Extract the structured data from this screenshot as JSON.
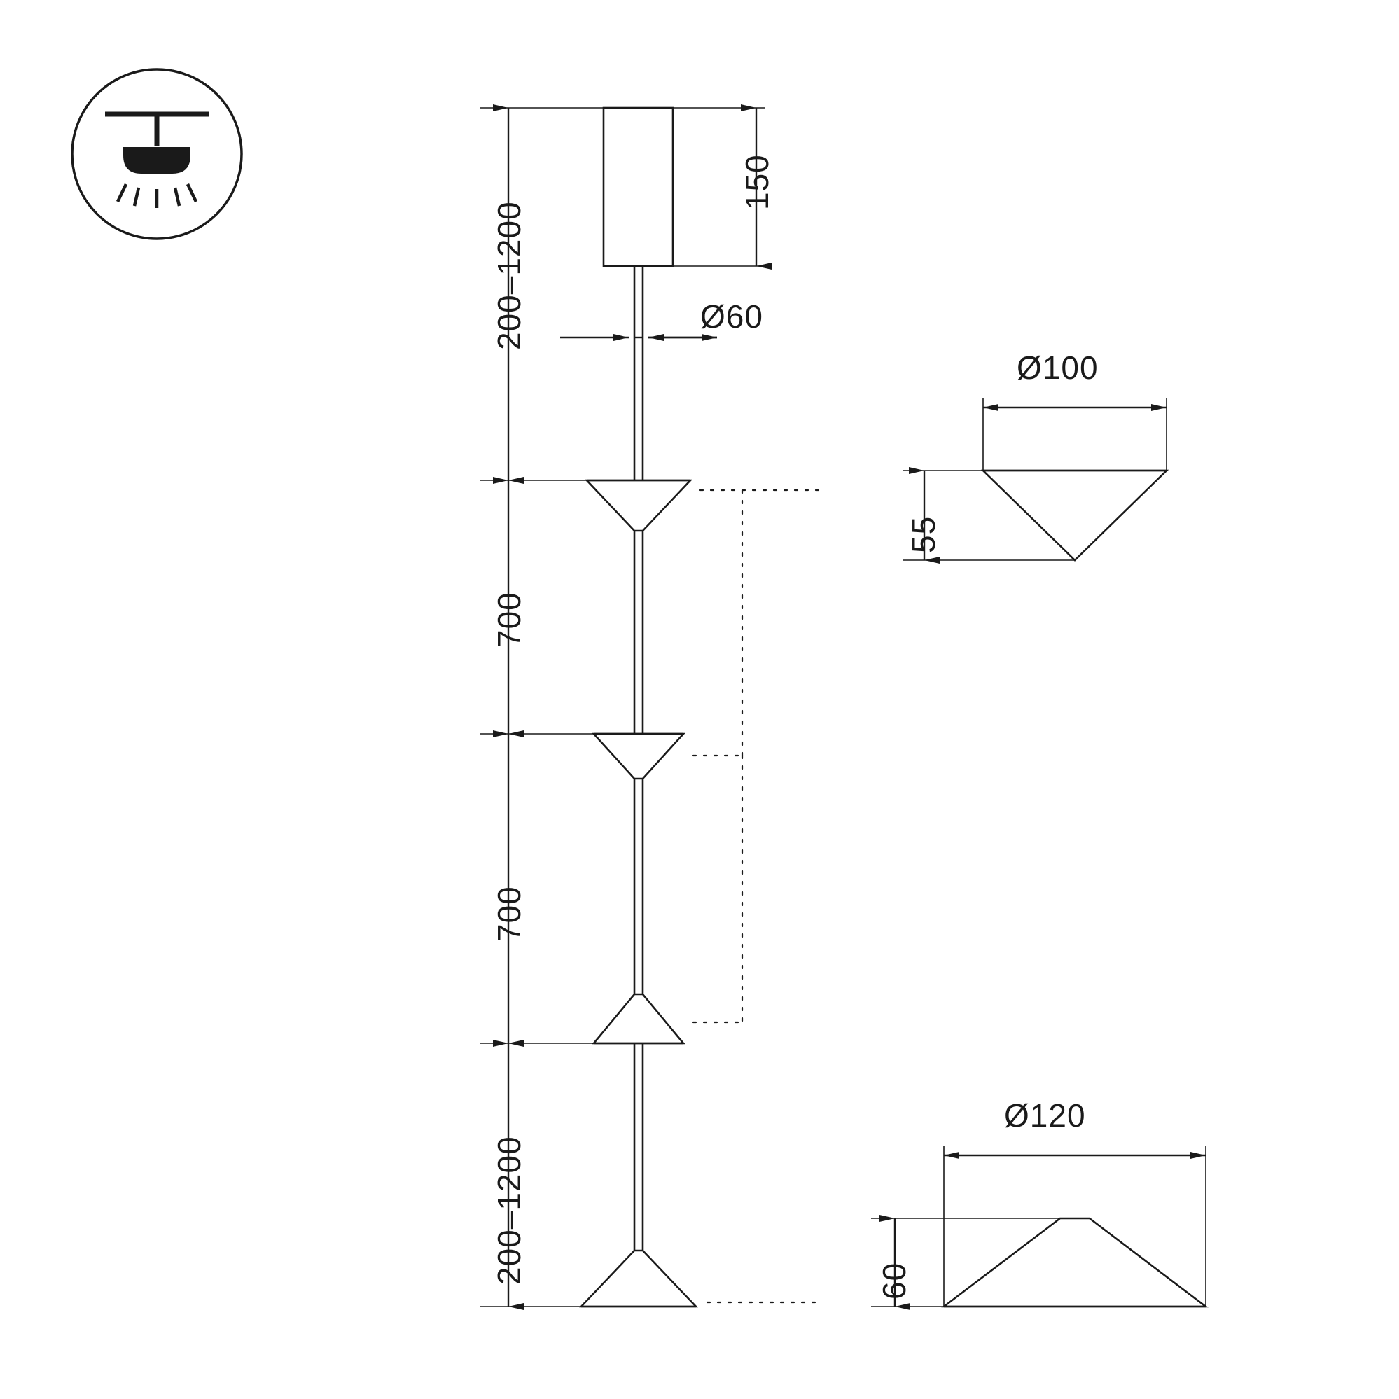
{
  "drawing": {
    "title": "pendant-luminaire-technical-drawing",
    "line_color": "#1a1a1a",
    "background": "#ffffff",
    "icon": {
      "name": "ceiling-mount-downlight-icon",
      "shape": "circle"
    },
    "dimensions": {
      "suspension_top": "200–1200",
      "module_height": "150",
      "rod_diameter": "Ø60",
      "spacing_1": "700",
      "spacing_2": "700",
      "suspension_bottom": "200–1200",
      "cone_small_diameter": "Ø100",
      "cone_small_height": "55",
      "cone_large_diameter": "Ø120",
      "cone_large_height": "60"
    }
  }
}
